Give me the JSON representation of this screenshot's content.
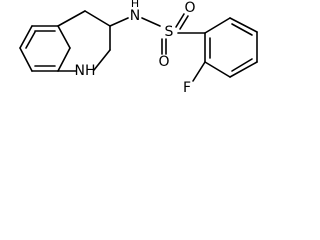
{
  "structure": {
    "atom_labels": {
      "amine_n": "N",
      "amine_h": "H",
      "sulfur": "S",
      "oxygen_upper": "O",
      "oxygen_lower": "O",
      "ring_nh": "NH",
      "ring_h": "H",
      "fluorine": "F"
    }
  }
}
